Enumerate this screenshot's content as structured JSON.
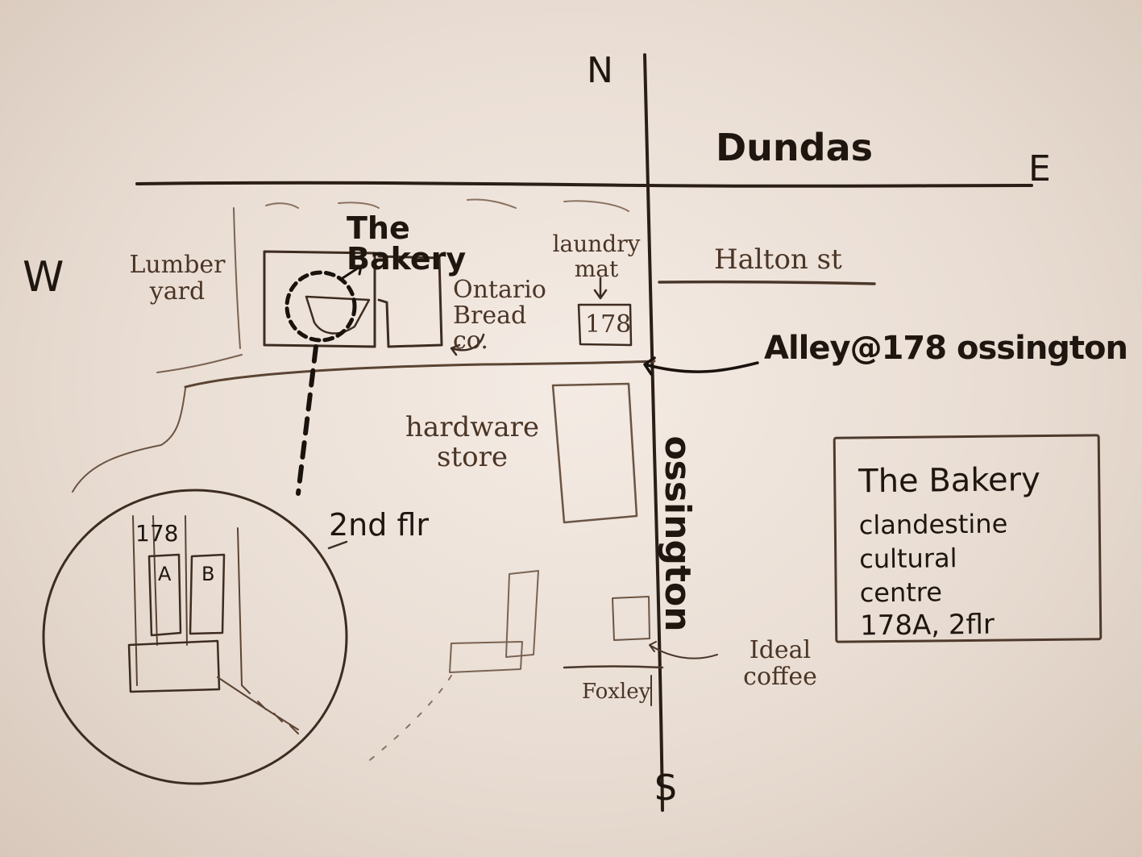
{
  "compass": {
    "north": "N",
    "east": "E",
    "south": "S",
    "west": "W"
  },
  "streets": {
    "dundas": "Dundas",
    "halton": "Halton st",
    "ossington": "ossington",
    "foxley": "Foxley"
  },
  "places": {
    "bakery": "The Bakery",
    "laundry_mat": "laundry mat",
    "laundry_number": "178",
    "ontario_bread": "Ontario Bread co.",
    "lumber_yard": "Lumber yard",
    "hardware_store": "hardware store",
    "ideal_coffee": "Ideal coffee"
  },
  "annotations": {
    "alley": "Alley@178 ossington",
    "floor": "2nd flr",
    "door_number": "178",
    "door_a": "A",
    "door_b": "B"
  },
  "info_card": {
    "title": "The Bakery",
    "line1": "clandestine",
    "line2": "cultural",
    "line3": "centre",
    "line4": "178A, 2flr"
  },
  "colors": {
    "paper": "#efe4dc",
    "ink": "#1f1610",
    "pencil": "#5a4433"
  }
}
